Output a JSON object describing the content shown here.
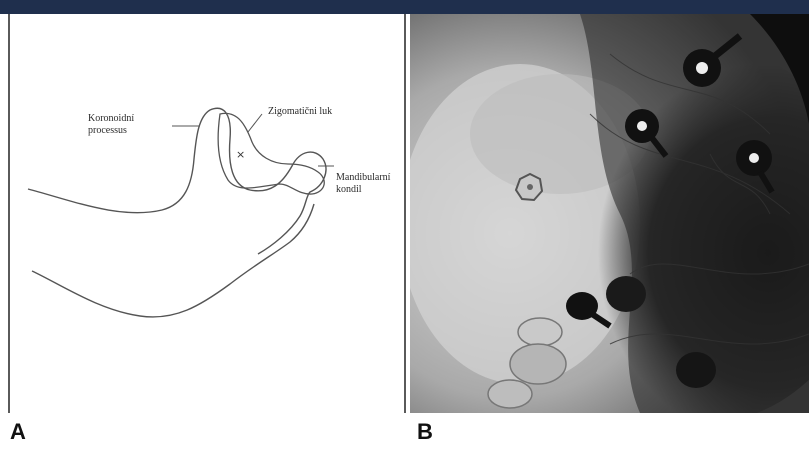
{
  "panel_a": {
    "labels": {
      "coronoid": "Koronoidní processus",
      "zygomatic": "Zigomatični luk",
      "mandibular": "Mandibularní kondil",
      "marker": "×"
    }
  },
  "figure_letters": {
    "a": "A",
    "b": "B"
  },
  "colors": {
    "top_bar": "#1f2f4d",
    "outline": "#555555",
    "xray_dark": "#1a1a1a",
    "xray_light": "#cfcfcf"
  }
}
